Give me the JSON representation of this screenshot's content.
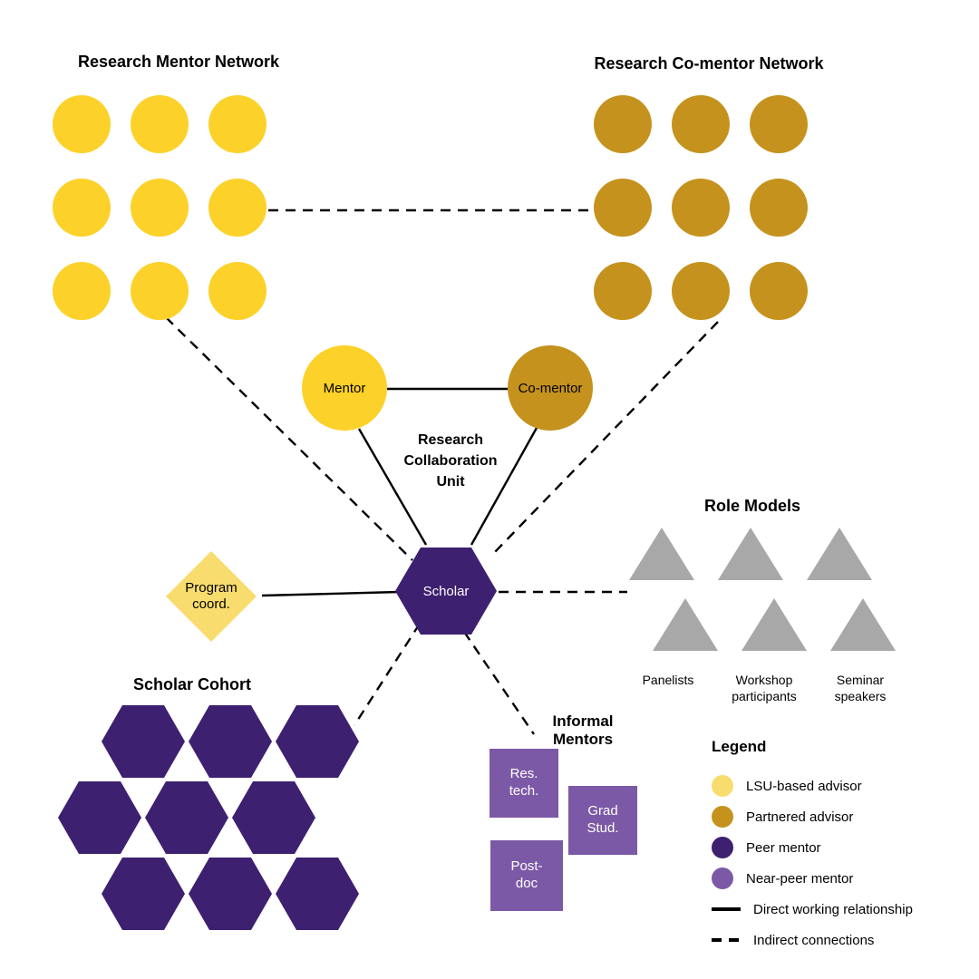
{
  "diagram": {
    "mentor_network": {
      "title": "Research Mentor Network"
    },
    "comentor_network": {
      "title": "Research Co-mentor Network"
    },
    "collaboration_unit": {
      "title": "Research Collaboration Unit"
    },
    "nodes": {
      "mentor": "Mentor",
      "comentor": "Co-mentor",
      "scholar": "Scholar",
      "program_coord": "Program coord."
    },
    "role_models": {
      "title": "Role Models",
      "labels": [
        "Panelists",
        "Workshop participants",
        "Seminar speakers"
      ]
    },
    "scholar_cohort": {
      "title": "Scholar Cohort"
    },
    "informal_mentors": {
      "title": "Informal Mentors",
      "items": [
        "Res. tech.",
        "Grad Stud.",
        "Post-doc"
      ]
    },
    "legend": {
      "title": "Legend",
      "items": [
        {
          "label": "LSU-based advisor",
          "color": "#F8DC6E",
          "shape": "circle"
        },
        {
          "label": "Partnered advisor",
          "color": "#C5921E",
          "shape": "circle"
        },
        {
          "label": "Peer mentor",
          "color": "#3D2070",
          "shape": "circle"
        },
        {
          "label": "Near-peer mentor",
          "color": "#7C59A6",
          "shape": "circle"
        },
        {
          "label": "Direct working relationship",
          "shape": "solid-line"
        },
        {
          "label": "Indirect connections",
          "shape": "dashed-line"
        }
      ]
    },
    "colors": {
      "lsu_yellow": "#FCD12A",
      "light_yellow": "#F8DC6E",
      "partner_gold": "#C5921E",
      "peer_purple": "#3D2070",
      "near_peer_purple": "#7C59A6",
      "role_model_gray": "#A8A8A8",
      "line_black": "#000000"
    }
  }
}
